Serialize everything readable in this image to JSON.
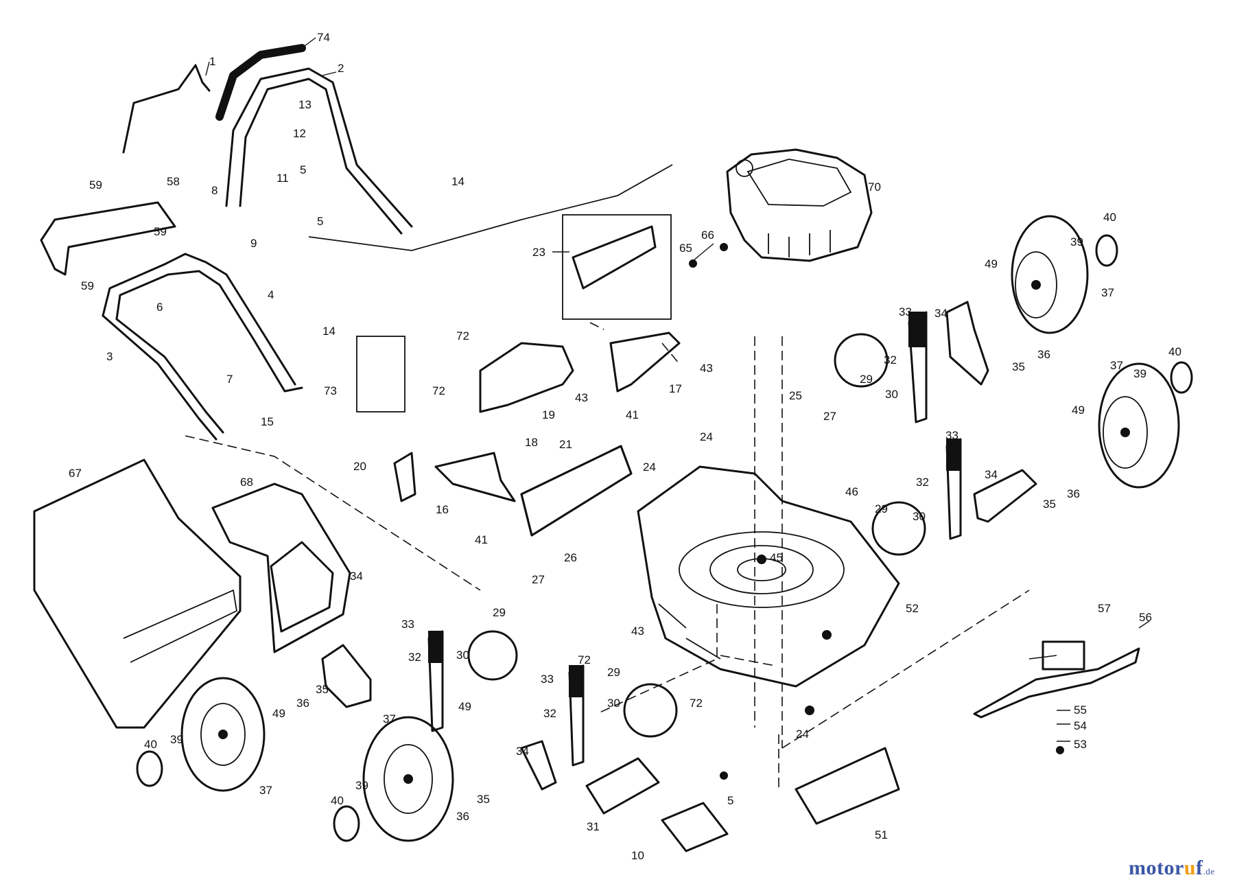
{
  "diagram": {
    "part_labels": [
      "1",
      "2",
      "3",
      "4",
      "5",
      "6",
      "7",
      "8",
      "9",
      "10",
      "11",
      "12",
      "13",
      "14",
      "15",
      "16",
      "17",
      "18",
      "19",
      "20",
      "21",
      "23",
      "24",
      "25",
      "26",
      "27",
      "29",
      "30",
      "31",
      "32",
      "33",
      "34",
      "35",
      "36",
      "37",
      "39",
      "40",
      "41",
      "43",
      "45",
      "46",
      "49",
      "51",
      "52",
      "53",
      "54",
      "55",
      "56",
      "57",
      "58",
      "59",
      "65",
      "66",
      "67",
      "68",
      "70",
      "72",
      "73",
      "74"
    ]
  },
  "watermark": {
    "text_main": "motoruf",
    "text_tld": ".de",
    "colors": {
      "primary": "#3a56a5",
      "accent": "#f39c12"
    }
  }
}
